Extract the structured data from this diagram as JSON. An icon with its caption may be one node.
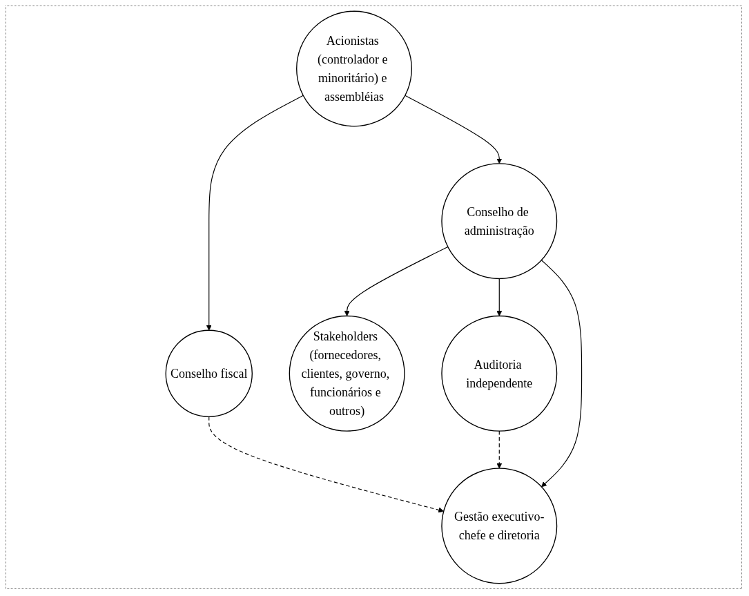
{
  "diagram": {
    "nodes": [
      {
        "text": [
          "Stakeholders (fornecedores, clientes, governo, funcionários e outros)"
        ]
      },
      {
        "text": [
          "Acionistas (controlador e minoritário) e assembléias"
        ]
      },
      {
        "text": [
          "Conselho fiscal"
        ]
      },
      {
        "text": [
          "Conselho de administração"
        ]
      },
      {
        "text": [
          "Auditoria independente"
        ]
      },
      {
        "text": [
          "Gestão executivo-chefe e diretoria"
        ]
      }
    ],
    "edges": [
      {
        "from": 1,
        "to": 2,
        "arrow": "to"
      },
      {
        "from": 1,
        "to": 3,
        "arrow": "to"
      },
      {
        "from": 3,
        "to": 0,
        "arrow": "to"
      },
      {
        "from": 3,
        "to": 4,
        "arrow": "to"
      },
      {
        "from": 3,
        "to": 5,
        "arrow": "to"
      },
      {
        "from": 2,
        "to": 5,
        "arrow": "to",
        "style": "dashed"
      },
      {
        "from": 4,
        "to": 5,
        "arrow": "to",
        "style": "dashed"
      }
    ]
  }
}
